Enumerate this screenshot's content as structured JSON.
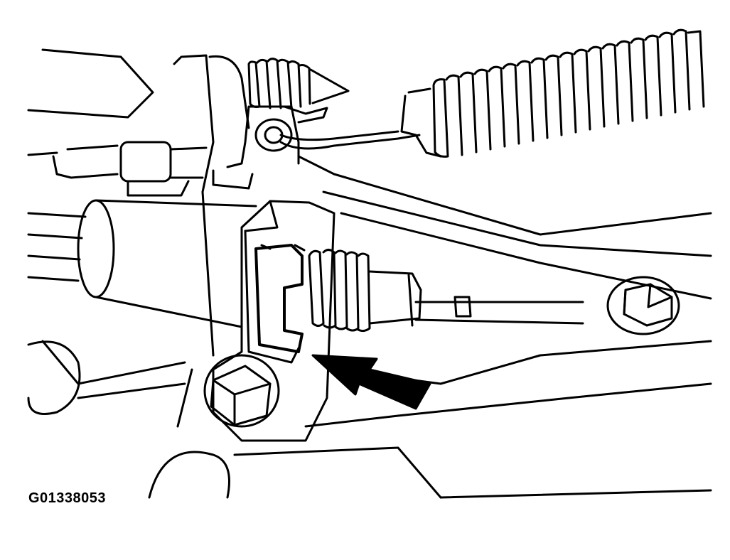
{
  "figure": {
    "id_label": "G01338053"
  },
  "colors": {
    "ink": "#000000",
    "paper": "#ffffff"
  },
  "components": [
    "large-return-spring",
    "small-conical-spring",
    "parking-brake-cable",
    "cable-retaining-clip",
    "cable-conduit",
    "bracket",
    "mounting-bolt-lower",
    "mounting-bolt-right",
    "indicator-arrow"
  ]
}
